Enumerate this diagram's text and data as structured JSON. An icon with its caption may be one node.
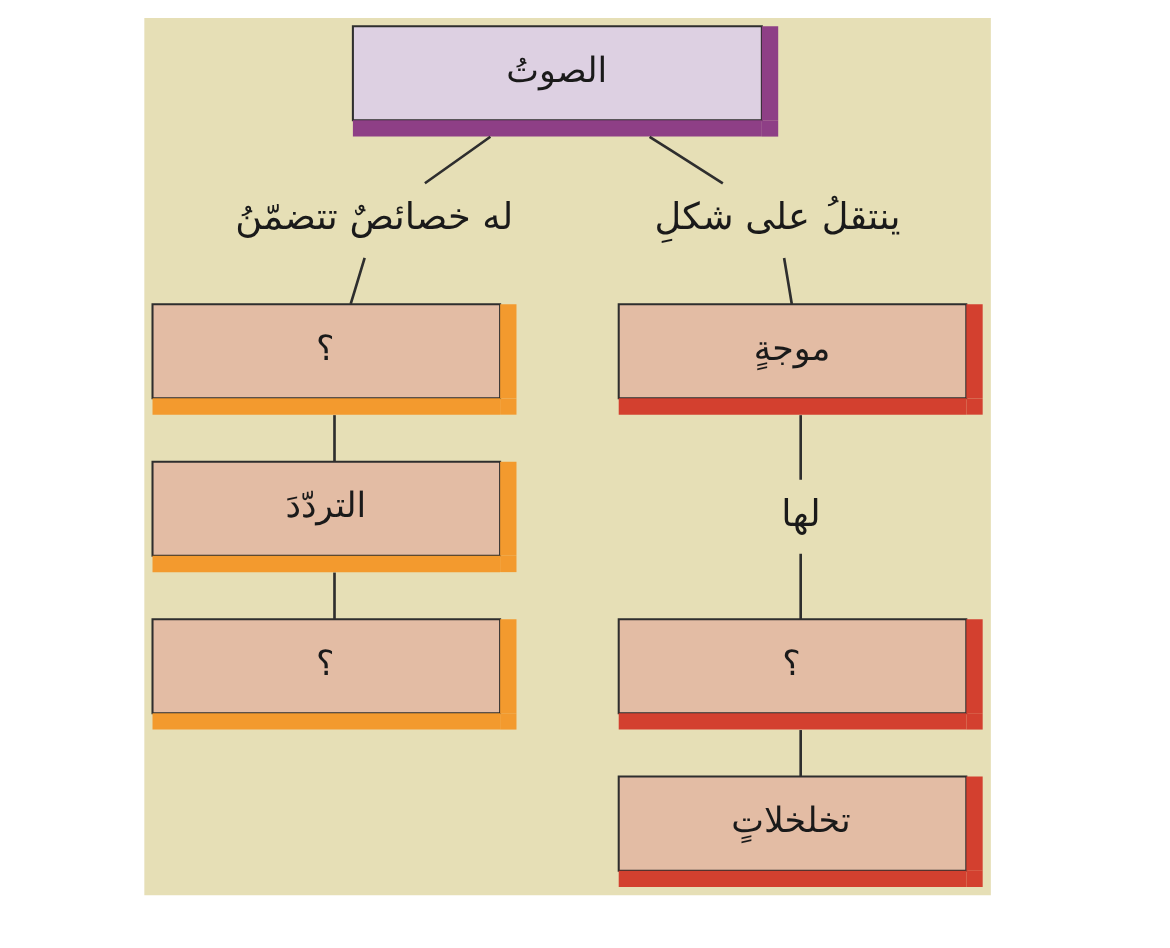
{
  "diagram": {
    "nodes": [
      {
        "text": [
          "الصوتُ"
        ]
      },
      {
        "text": [
          "ينتقلُ على شكلِ"
        ]
      },
      {
        "text": [
          "موجةٍ"
        ]
      },
      {
        "text": [
          "لها"
        ]
      },
      {
        "text": [
          "؟"
        ]
      },
      {
        "text": [
          "تخلخلاتٍ"
        ]
      },
      {
        "text": [
          "له خصائصٌ تتضمّنُ"
        ]
      },
      {
        "text": [
          "؟"
        ]
      },
      {
        "text": [
          "التردّدَ"
        ]
      },
      {
        "text": [
          "؟"
        ]
      }
    ],
    "edges": [
      {
        "from": 0,
        "to": 1,
        "arrow": "none"
      },
      {
        "from": 1,
        "to": 2,
        "arrow": "none"
      },
      {
        "from": 2,
        "to": 3,
        "arrow": "none"
      },
      {
        "from": 3,
        "to": 4,
        "arrow": "none"
      },
      {
        "from": 4,
        "to": 5,
        "arrow": "none"
      },
      {
        "from": 0,
        "to": 6,
        "arrow": "none"
      },
      {
        "from": 6,
        "to": 7,
        "arrow": "none"
      },
      {
        "from": 7,
        "to": 8,
        "arrow": "none"
      },
      {
        "from": 8,
        "to": 9,
        "arrow": "none"
      }
    ]
  }
}
